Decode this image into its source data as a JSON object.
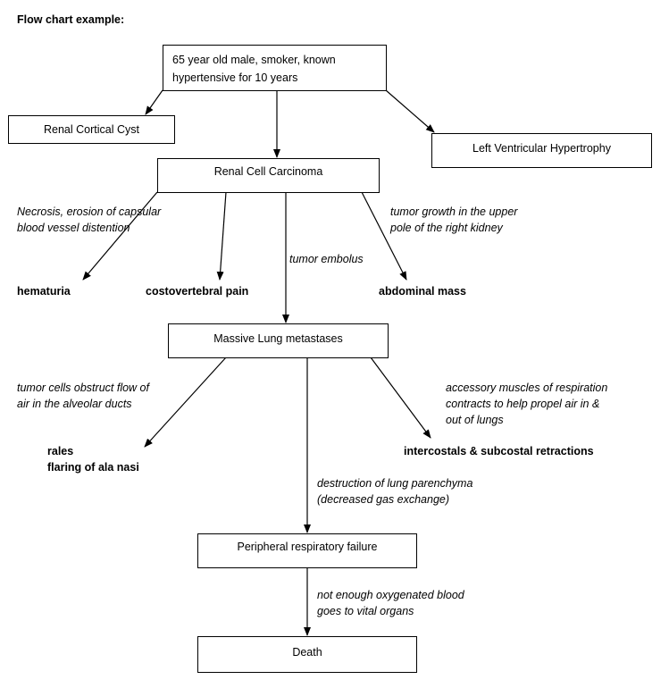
{
  "title": "Flow chart example:",
  "nodes": {
    "patient": [
      "65 year old male, smoker, known",
      "hypertensive for 10 years"
    ],
    "cyst": "Renal Cortical Cyst",
    "lvh": "Left Ventricular Hypertrophy",
    "rcc": "Renal Cell Carcinoma",
    "lung": "Massive Lung metastases",
    "resp": "Peripheral respiratory failure",
    "death": "Death"
  },
  "outcomes": {
    "hematuria": "hematuria",
    "cva_pain": "costovertebral pain",
    "mass": "abdominal mass",
    "rales": [
      "rales",
      "flaring of ala nasi"
    ],
    "retractions": "intercostals & subcostal retractions"
  },
  "edge_labels": {
    "necrosis": [
      "Necrosis, erosion of capsular",
      "blood vessel distention"
    ],
    "growth": [
      "tumor growth in the upper",
      "pole of the right kidney"
    ],
    "embolus": "tumor embolus",
    "obstruct": [
      "tumor cells obstruct flow of",
      "air in the alveolar ducts"
    ],
    "accessory": [
      "accessory muscles of respiration",
      "contracts to help propel air in &",
      "out of lungs"
    ],
    "destruction": [
      "destruction  of lung parenchyma",
      "(decreased gas exchange)"
    ],
    "oxygen": [
      "not enough oxygenated blood",
      "goes to vital organs"
    ]
  }
}
